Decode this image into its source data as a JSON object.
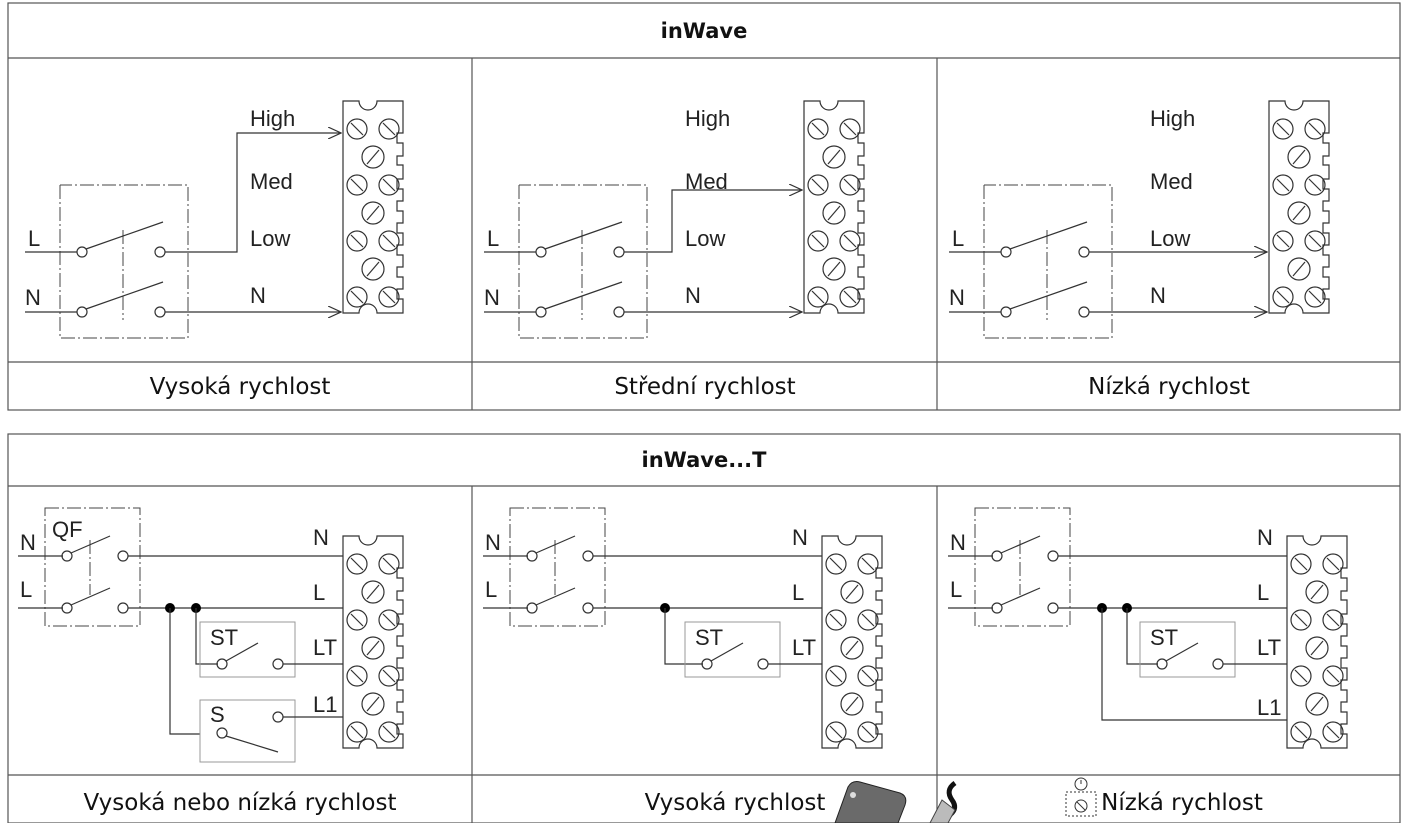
{
  "top": {
    "title": "inWave",
    "wire_labels": {
      "high": "High",
      "med": "Med",
      "low": "Low",
      "n": "N",
      "l": "L"
    },
    "captions": [
      "Vysoká rychlost",
      "Střední rychlost",
      "Nízká rychlost"
    ]
  },
  "bottom": {
    "title": "inWave...T",
    "labels": {
      "n": "N",
      "l": "L",
      "qf": "QF",
      "st": "ST",
      "s": "S",
      "lt": "LT",
      "l1": "L1"
    },
    "captions": [
      "Vysoká nebo nízká rychlost",
      "Vysoká rychlost",
      "Nízká rychlost"
    ]
  }
}
